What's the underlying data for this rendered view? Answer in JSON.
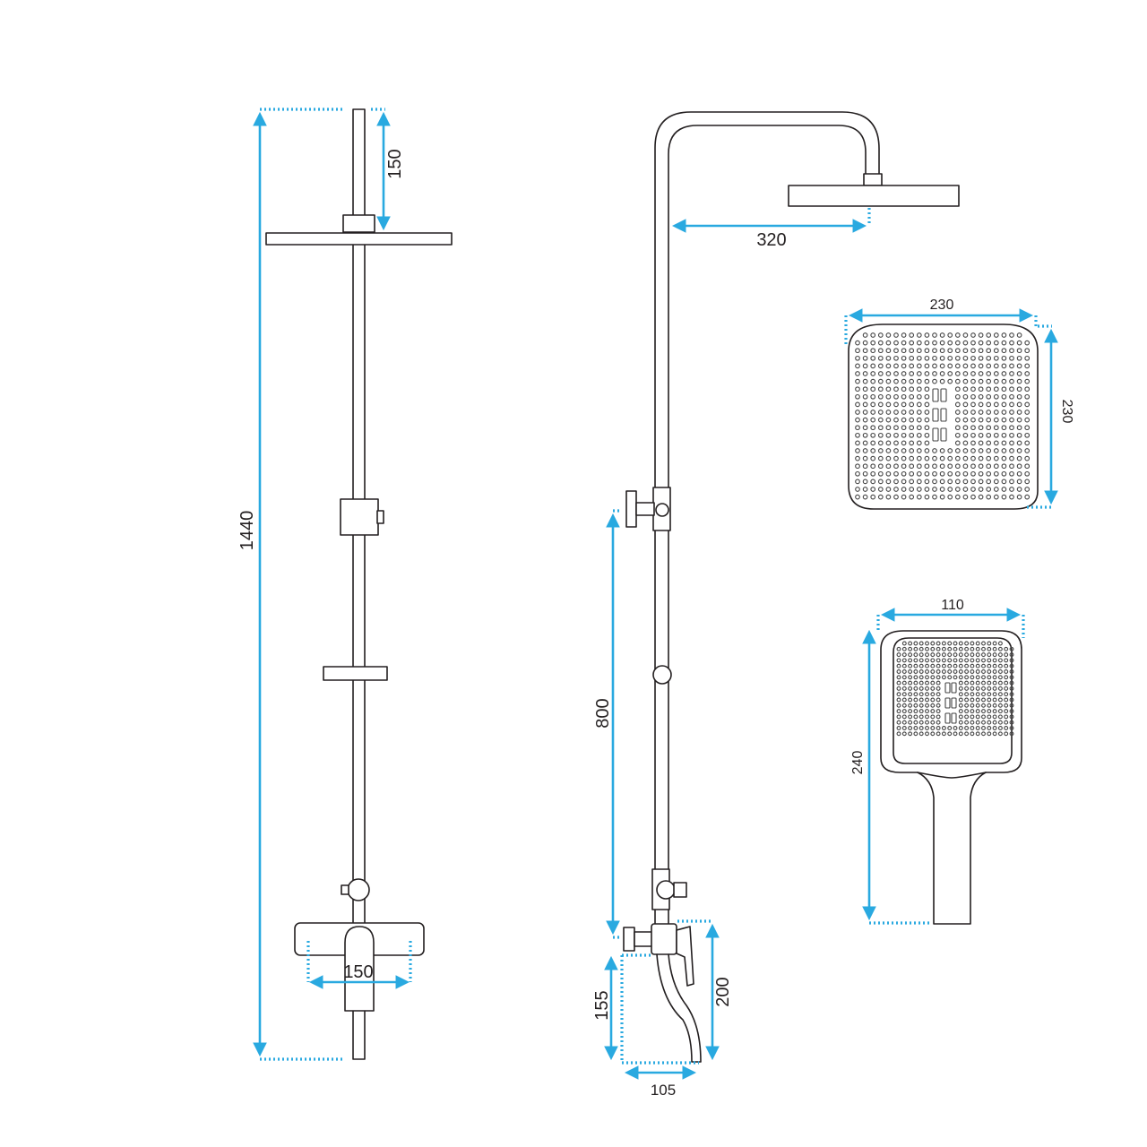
{
  "colors": {
    "dimension": "#29a9e0",
    "outline": "#231f20",
    "background": "#ffffff"
  },
  "dimensions": {
    "total_height": "1440",
    "top_to_head": "150",
    "mixer_width": "150",
    "arm_reach": "320",
    "mixer_height": "800",
    "spout_height": "155",
    "spout_depth": "200",
    "spout_reach": "105",
    "head_width": "230",
    "head_depth": "230",
    "hand_width": "110",
    "hand_length": "240"
  }
}
